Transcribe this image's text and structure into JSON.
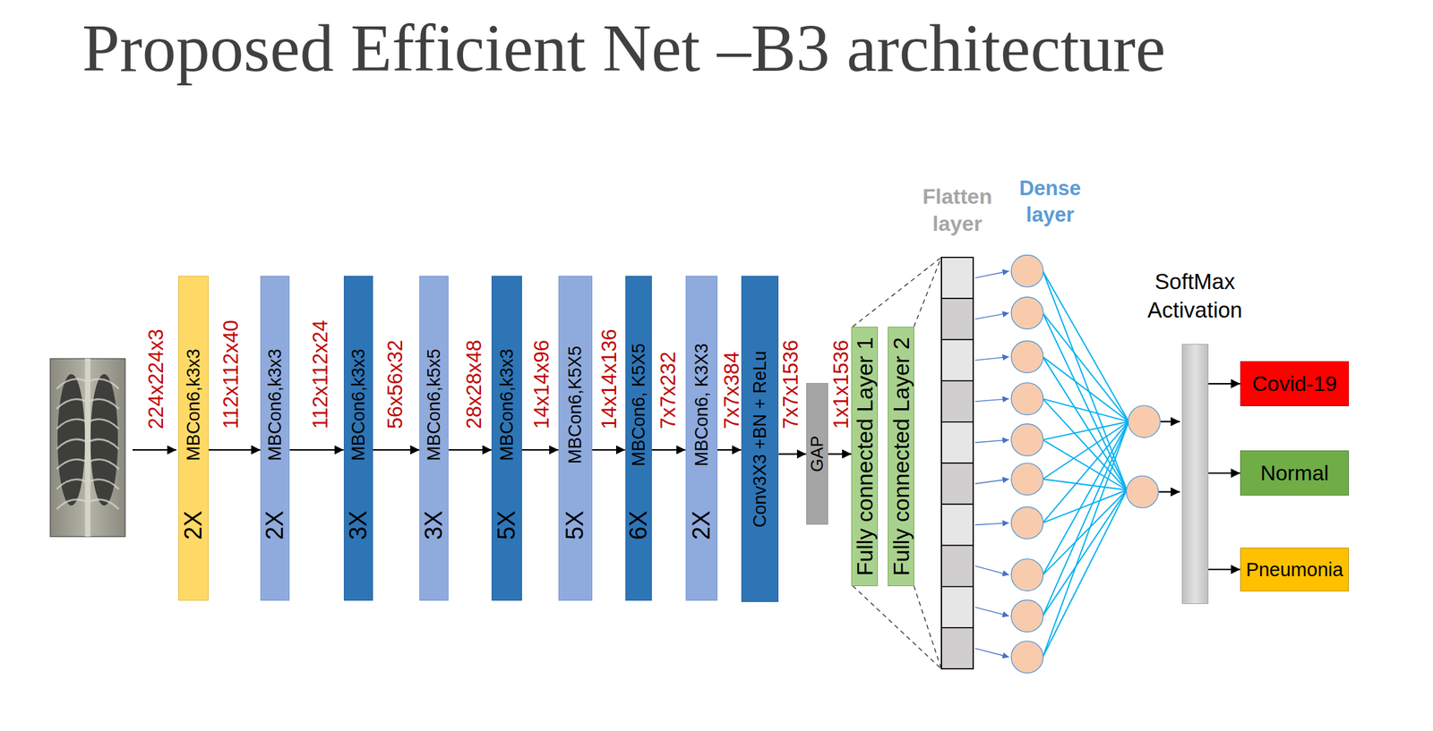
{
  "diagram": {
    "title": "Proposed Efficient Net –B3 architecture",
    "nodes": [
      {
        "text": [
          "MBCon6,k3x3",
          "2X"
        ]
      },
      {
        "text": [
          "MBCon6,k3x3",
          "2X"
        ]
      },
      {
        "text": [
          "MBCon6,k3x3",
          "3X"
        ]
      },
      {
        "text": [
          "MBCon6,k5x5",
          "3X"
        ]
      },
      {
        "text": [
          "MBCon6,k3x3",
          "5X"
        ]
      },
      {
        "text": [
          "MBCon6,K5X5",
          "5X"
        ]
      },
      {
        "text": [
          "MBCon6, K5X5",
          "6X"
        ]
      },
      {
        "text": [
          "MBCon6, K3X3",
          "2X"
        ]
      },
      {
        "text": [
          "Conv3X3 +BN + ReLu"
        ]
      },
      {
        "text": [
          "GAP"
        ]
      },
      {
        "text": [
          "Fully connected Layer 1"
        ]
      },
      {
        "text": [
          "Fully connected Layer 2"
        ]
      },
      {
        "text": [
          "Flatten layer"
        ]
      },
      {
        "text": [
          "SoftMax Activation"
        ]
      },
      {
        "text": [
          "Covid-19"
        ]
      },
      {
        "text": [
          "Normal"
        ]
      },
      {
        "text": [
          "Pneumonia"
        ]
      }
    ],
    "edges": [
      {
        "from": 0,
        "to": 1,
        "arrow": "to"
      },
      {
        "from": 1,
        "to": 2,
        "arrow": "to"
      },
      {
        "from": 2,
        "to": 3,
        "arrow": "to"
      },
      {
        "from": 3,
        "to": 4,
        "arrow": "to"
      },
      {
        "from": 4,
        "to": 5,
        "arrow": "to"
      },
      {
        "from": 5,
        "to": 6,
        "arrow": "to"
      },
      {
        "from": 6,
        "to": 7,
        "arrow": "to"
      },
      {
        "from": 7,
        "to": 8,
        "arrow": "to"
      },
      {
        "from": 8,
        "to": 9,
        "arrow": "to"
      },
      {
        "from": 9,
        "to": 10,
        "arrow": "to"
      },
      {
        "from": 13,
        "to": 14,
        "arrow": "to"
      },
      {
        "from": 13,
        "to": 15,
        "arrow": "to"
      },
      {
        "from": 13,
        "to": 16,
        "arrow": "to"
      }
    ],
    "labels": [
      "224x224x3",
      "112x112x40",
      "112x112x24",
      "56x56x32",
      "28x28x48",
      "14x14x96",
      "14x14x136",
      "7x7x232",
      "7x7x384",
      "7x7x1536",
      "1x1x1536",
      "Dense layer"
    ]
  }
}
